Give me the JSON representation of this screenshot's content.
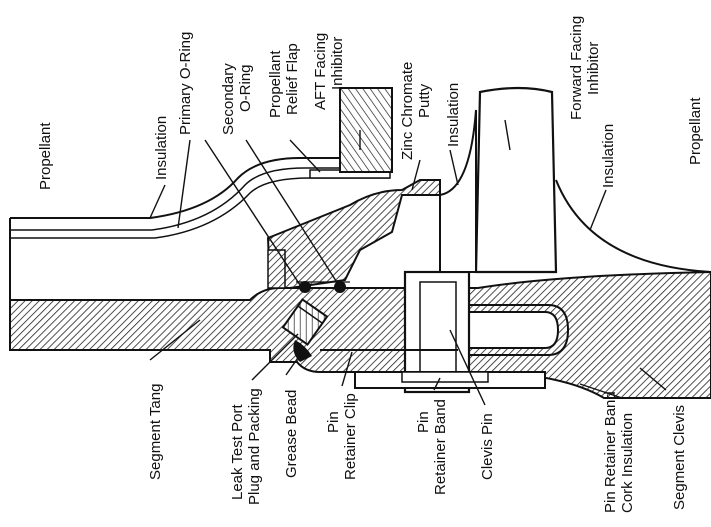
{
  "diagram": {
    "labels": {
      "propellant_left": "Propellant",
      "insulation_top": "Insulation",
      "primary_oring": "Primary O-Ring",
      "secondary_oring_1": "Secondary",
      "secondary_oring_2": "O-Ring",
      "propellant_relief_1": "Propellant",
      "propellant_relief_2": "Relief Flap",
      "aft_inhibitor_1": "AFT Facing",
      "aft_inhibitor_2": "Inhibitor",
      "zinc_putty_1": "Zinc Chromate",
      "zinc_putty_2": "Putty",
      "insulation_mid": "Insulation",
      "forward_inhibitor_1": "Forward Facing",
      "forward_inhibitor_2": "Inhibitor",
      "insulation_right": "Insulation",
      "propellant_right": "Propellant",
      "segment_tang": "Segment Tang",
      "leak_test_1": "Leak Test Port",
      "leak_test_2": "Plug and Packing",
      "grease_bead": "Grease Bead",
      "pin_retainer_clip_1": "Pin",
      "pin_retainer_clip_2": "Retainer Clip",
      "pin_retainer_band_1": "Pin",
      "pin_retainer_band_2": "Retainer Band",
      "clevis_pin": "Clevis Pin",
      "cork_1": "Pin Retainer Band",
      "cork_2": "Cork Insulation",
      "segment_clevis": "Segment Clevis"
    }
  }
}
